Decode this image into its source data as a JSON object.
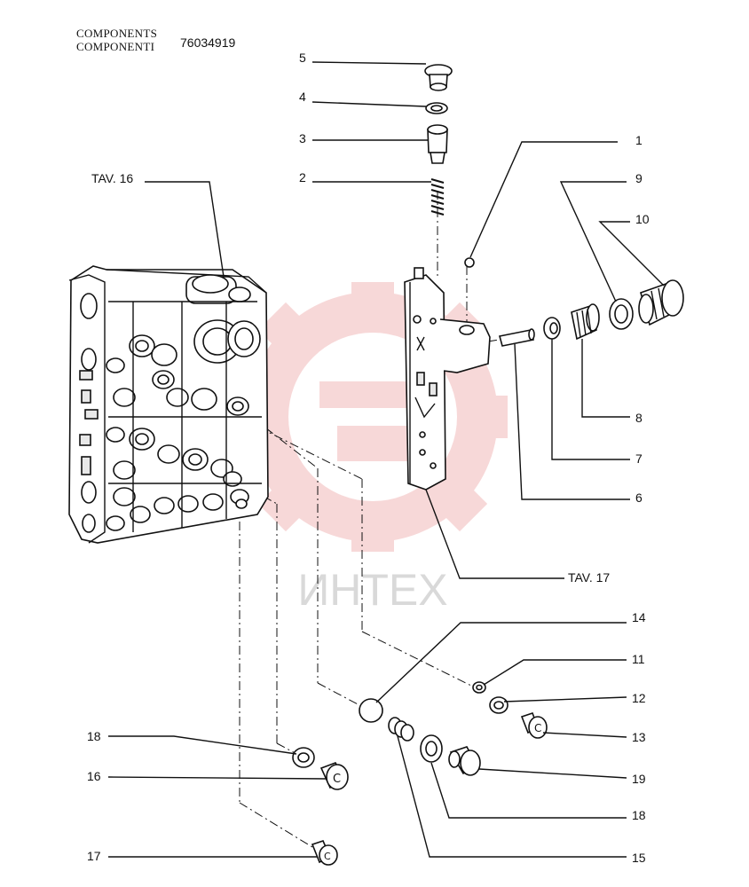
{
  "header": {
    "line1": "COMPONENTS",
    "line2": "COMPONENTI",
    "code": "76034919"
  },
  "watermark": {
    "text": "ИНТЕХ",
    "color": "#f4c4c4"
  },
  "callouts": {
    "c1": "1",
    "c2": "2",
    "c3": "3",
    "c4": "4",
    "c5": "5",
    "c6": "6",
    "c7": "7",
    "c8": "8",
    "c9": "9",
    "c10": "10",
    "c11": "11",
    "c12": "12",
    "c13": "13",
    "c14": "14",
    "c15": "15",
    "c16": "16",
    "c17": "17",
    "c18a": "18",
    "c18b": "18",
    "c19": "19",
    "tav16": "TAV. 16",
    "tav17": "TAV. 17"
  }
}
